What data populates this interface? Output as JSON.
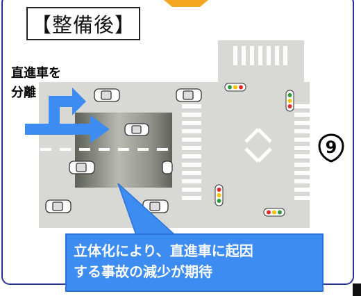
{
  "title": "【整備後】",
  "side_label": [
    "直進車を",
    "分離"
  ],
  "route_number": "9",
  "callout": [
    "立体化により、直進車に起因",
    "する事故の減少が期待"
  ],
  "colors": {
    "frame": "#2a2f9a",
    "road": "#d8d8d4",
    "arrow_blue": "#3d8cf2",
    "top_arrow": "#f5a623"
  }
}
